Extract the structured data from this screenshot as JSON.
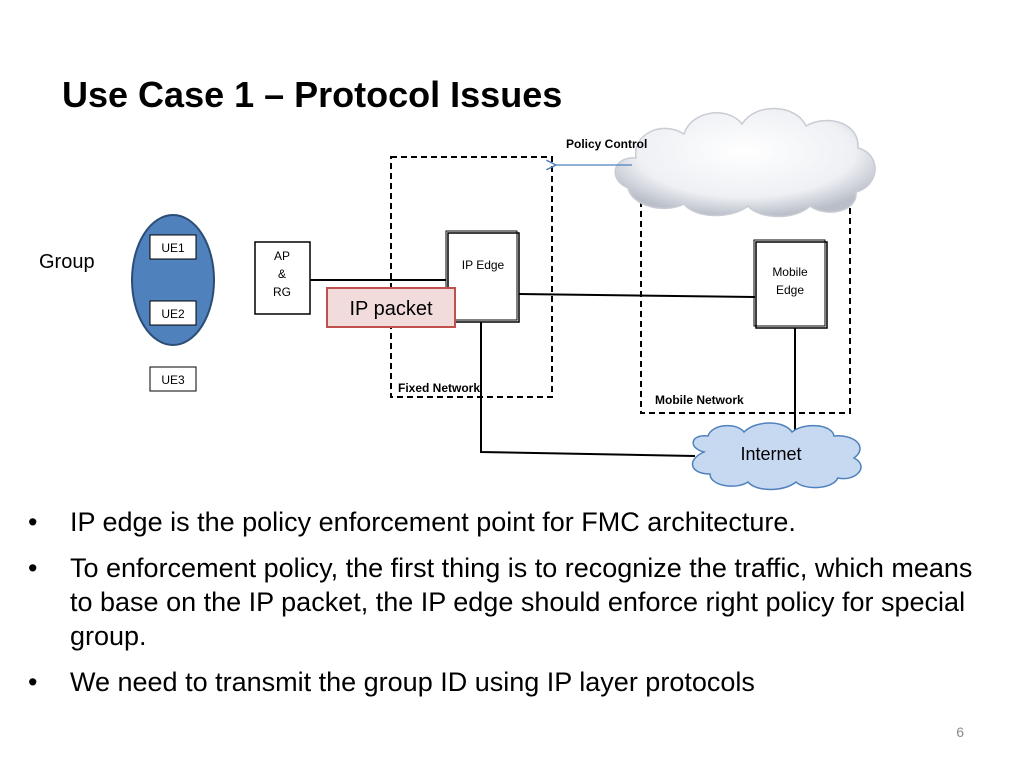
{
  "slide": {
    "title": "Use Case 1 – Protocol Issues",
    "page_number": "6"
  },
  "diagram": {
    "group_label": "Group",
    "ue_labels": [
      "UE1",
      "UE2",
      "UE3"
    ],
    "ap_rg_lines": [
      "AP",
      "&",
      "RG"
    ],
    "ip_edge_label": "IP Edge",
    "ip_packet_label": "IP packet",
    "mobile_edge_lines": [
      "Mobile",
      "Edge"
    ],
    "policy_control_label": "Policy Control",
    "fixed_network_label": "Fixed Network",
    "mobile_network_label": "Mobile Network",
    "internet_label": "Internet",
    "colors": {
      "group_fill": "#4f81bd",
      "group_stroke": "#2c4d75",
      "packet_fill": "#f2dcdb",
      "packet_stroke": "#c0504d",
      "policy_text": "#e00000",
      "policy_arrow": "#4f81bd",
      "internet_fill": "#c6d9f1",
      "internet_stroke": "#4f81bd"
    }
  },
  "bullets": [
    "IP edge is the policy enforcement point for FMC architecture.",
    "To enforcement policy, the first thing is to recognize the traffic, which means to base on the IP packet, the IP edge should enforce right policy for special group.",
    "We need to transmit the group ID using IP layer protocols"
  ],
  "bullet_symbol": "•"
}
